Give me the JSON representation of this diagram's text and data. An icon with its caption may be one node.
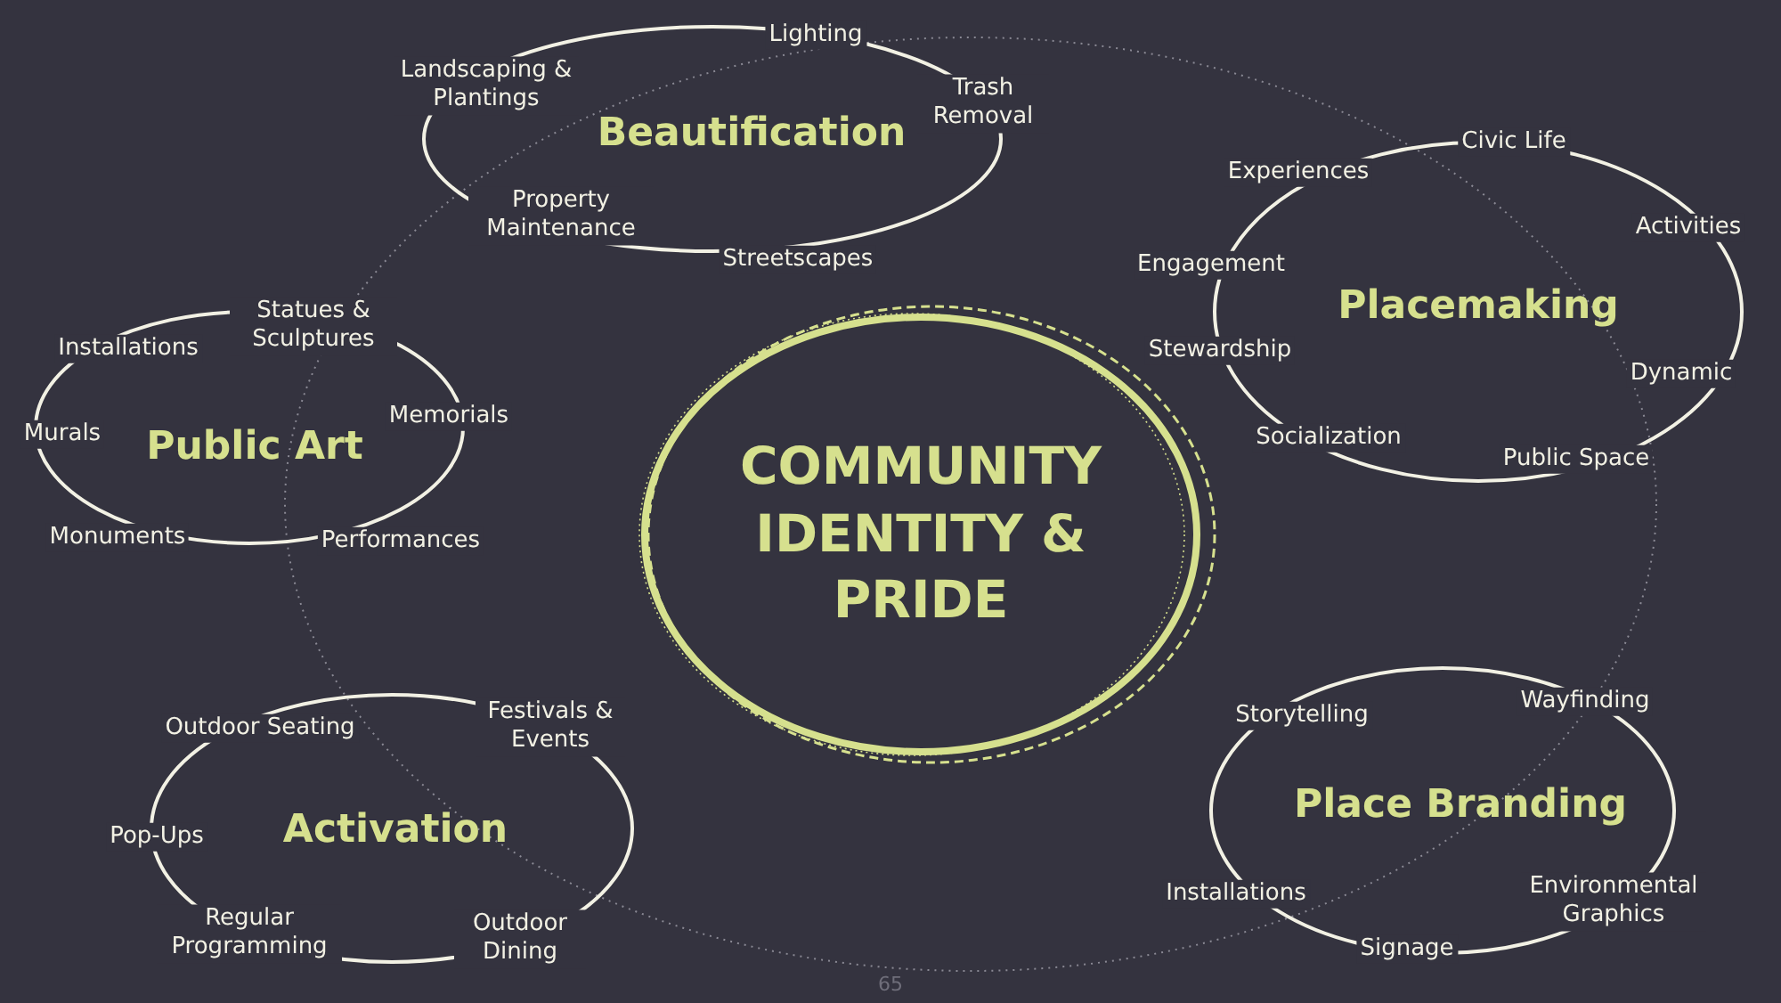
{
  "diagram": {
    "nodes": [
      {
        "text": [
          "COMMUNITY IDENTITY & PRIDE"
        ]
      },
      {
        "text": [
          "Lighting",
          "Landscaping & Plantings",
          "Trash Removal",
          "Beautification",
          "Property Maintenance",
          "Streetscapes"
        ]
      },
      {
        "text": [
          "Civic Life",
          "Experiences",
          "Activities",
          "Engagement",
          "Placemaking",
          "Stewardship",
          "Dynamic",
          "Socialization",
          "Public Space"
        ]
      },
      {
        "text": [
          "Statues & Sculptures",
          "Installations",
          "Memorials",
          "Murals",
          "Public Art",
          "Monuments",
          "Performances"
        ]
      },
      {
        "text": [
          "Outdoor Seating",
          "Festivals & Events",
          "Pop-Ups",
          "Activation",
          "Regular Programming",
          "Outdoor Dining"
        ]
      },
      {
        "text": [
          "Storytelling",
          "Wayfinding",
          "Place Branding",
          "Installations",
          "Environmental Graphics",
          "Signage"
        ]
      }
    ],
    "labels": [
      "65"
    ]
  }
}
